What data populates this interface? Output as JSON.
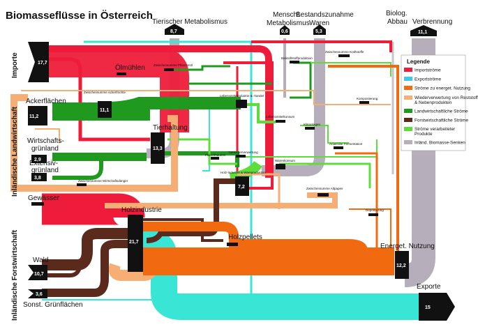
{
  "title": "Biomasseflüsse in Österreich",
  "sinks": {
    "tierischer_metabolismus": {
      "label": "Tierischer Metabolismus",
      "value": "8,7"
    },
    "menschl_metabolismus": {
      "label_line1": "Menschl.",
      "label_line2": "Metabolismus",
      "value": "0,6"
    },
    "bestandszunahme": {
      "label_line1": "Bestandszunahme",
      "label_line2": "Waren",
      "value": "5,3"
    },
    "biolog_abbau": {
      "label_line1": "Biolog.",
      "label_line2": "Abbau"
    },
    "verbrennung": {
      "label": "Verbrennung",
      "value": "11,1"
    }
  },
  "side_labels": {
    "importe": "Importe",
    "landwirtschaft": "Inländische Landwirtschaft",
    "forstwirtschaft": "Inländische Forstwirtschaft"
  },
  "nodes": {
    "importe": {
      "value": "17,7"
    },
    "ackerflaechen": {
      "label": "Ackerflächen",
      "value": "11,2"
    },
    "wirtschaftsgruenland": {
      "label_line1": "Wirtschafts-",
      "label_line2": "grünland",
      "value": "2,9"
    },
    "extensivgruenland": {
      "label_line1": "Extensiv-",
      "label_line2": "grünland",
      "value": "3,8"
    },
    "gewaesser": {
      "label": "Gewässer"
    },
    "wald": {
      "label": "Wald",
      "value": "10,7"
    },
    "sonst_gruenflaechen": {
      "label": "Sonst. Grünflächen",
      "value": "3,6"
    },
    "summe_ackerfruechte": {
      "value": "11,1"
    },
    "tierhaltung": {
      "label": "Tierhaltung",
      "value": "13,3"
    },
    "oelmuehlen": {
      "label": "Ölmühlen"
    },
    "wareninduktion": {
      "value": "7,2"
    },
    "holzindustrie": {
      "label": "Holzindustrie",
      "value": "21,7"
    },
    "holzpellets": {
      "label": "Holzpellets"
    },
    "energet_nutzung": {
      "label": "Energet. Nutzung",
      "value": "12,2"
    },
    "exporte": {
      "label": "Exporte",
      "value": "15"
    }
  },
  "small_labels": {
    "zs_kraftstoffe": "Zwischensumme Kraftstoffe",
    "zs_pflanzenoel": "Zwischensumme Pflanzenöl",
    "biokraftstoff": "Biokraftstoffproduktion",
    "zs_ackerfruechte": "Zwischensumme Ackerfrüchte",
    "lebensmittel_industrie": "Lebensmittelindustrie & -handel",
    "lebensmittelkonsum": "Lebensmittelkonsum",
    "kompostierung": "Kompostierung",
    "klaeranlagen": "Kläranlagen",
    "anaerobe_fermentation": "Anaerobe Fermentation",
    "tierkoerperverwertung": "Tierkörperverwertung",
    "fleischhauerei": "Fleischhauerei",
    "warenkonsum": "Warenkonsum",
    "holz_industrie_ware": "Holz-Industrie & Wareproduktion",
    "zs_altpapier": "Zwischensumme Altpapier",
    "zs_wirtschaftsduenger": "Zwischensumme Wirtschaftsdünger",
    "deponierung": "Deponierung"
  },
  "legend": {
    "title": "Legende",
    "items": [
      {
        "label": "Importströme",
        "color": "#ee1c3a"
      },
      {
        "label": "Exportströme",
        "color": "#3fc6e8"
      },
      {
        "label": "Ströme zu energet. Nutzung",
        "color": "#f26a10"
      },
      {
        "label": "Wiederverwertung von Reststoffen & Nebenprodukten",
        "color": "#f6ae74"
      },
      {
        "label": "Landwirtschaftliche Ströme",
        "color": "#1f9a1f"
      },
      {
        "label": "Forstwirtschaftliche Ströme",
        "color": "#5a2a1d"
      },
      {
        "label": "Ströme verarbeiteter Produkte",
        "color": "#5ddc3c"
      },
      {
        "label": "Inländ. Biomasse-Senken",
        "color": "#b6aebb"
      }
    ]
  }
}
